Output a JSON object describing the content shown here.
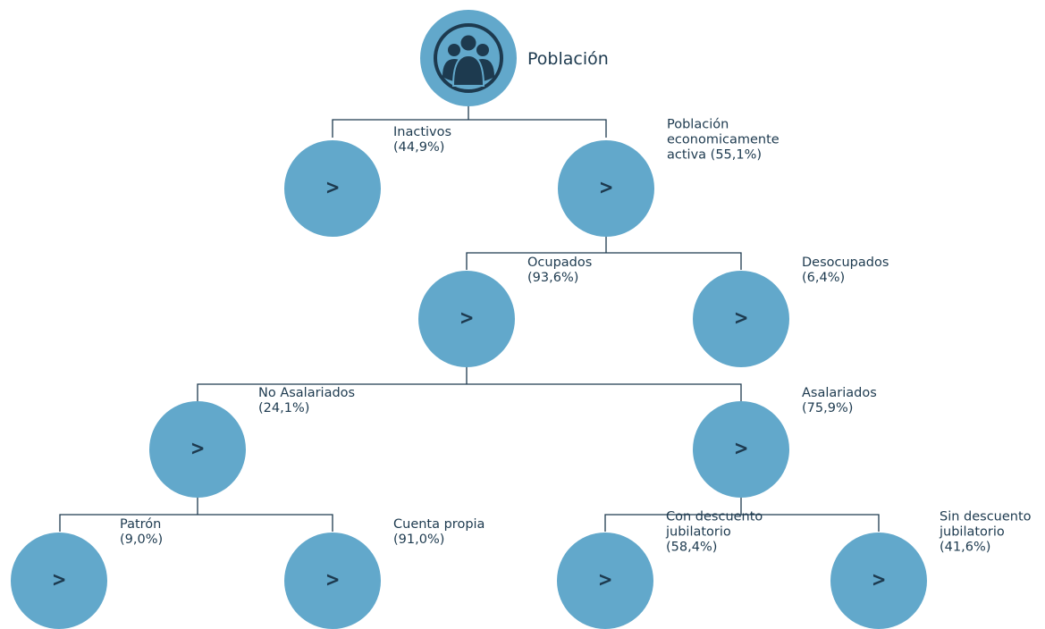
{
  "root": {
    "label": "Población",
    "icon": "people-group-icon"
  },
  "nodes": {
    "inactivos": {
      "name": "Inactivos",
      "pct": "(44,9%)"
    },
    "pea": {
      "name": "Población economicamente activa",
      "pct": "(55,1%)"
    },
    "ocupados": {
      "name": "Ocupados",
      "pct": "(93,6%)"
    },
    "desocupados": {
      "name": "Desocupados",
      "pct": "(6,4%)"
    },
    "no_asalariados": {
      "name": "No Asalariados",
      "pct": "(24,1%)"
    },
    "asalariados": {
      "name": "Asalariados",
      "pct": "(75,9%)"
    },
    "patron": {
      "name": "Patrón",
      "pct": "(9,0%)"
    },
    "cuenta_propia": {
      "name": "Cuenta propia",
      "pct": "(91,0%)"
    },
    "con_descuento": {
      "name": "Con descuento jubilatorio",
      "pct": "(58,4%)"
    },
    "sin_descuento": {
      "name": "Sin descuento jubilatorio",
      "pct": "(41,6%)"
    }
  },
  "expand_symbol": ">",
  "colors": {
    "node_fill": "#62a8cb",
    "text": "#1d3a4f",
    "line": "#1d3a4f"
  }
}
